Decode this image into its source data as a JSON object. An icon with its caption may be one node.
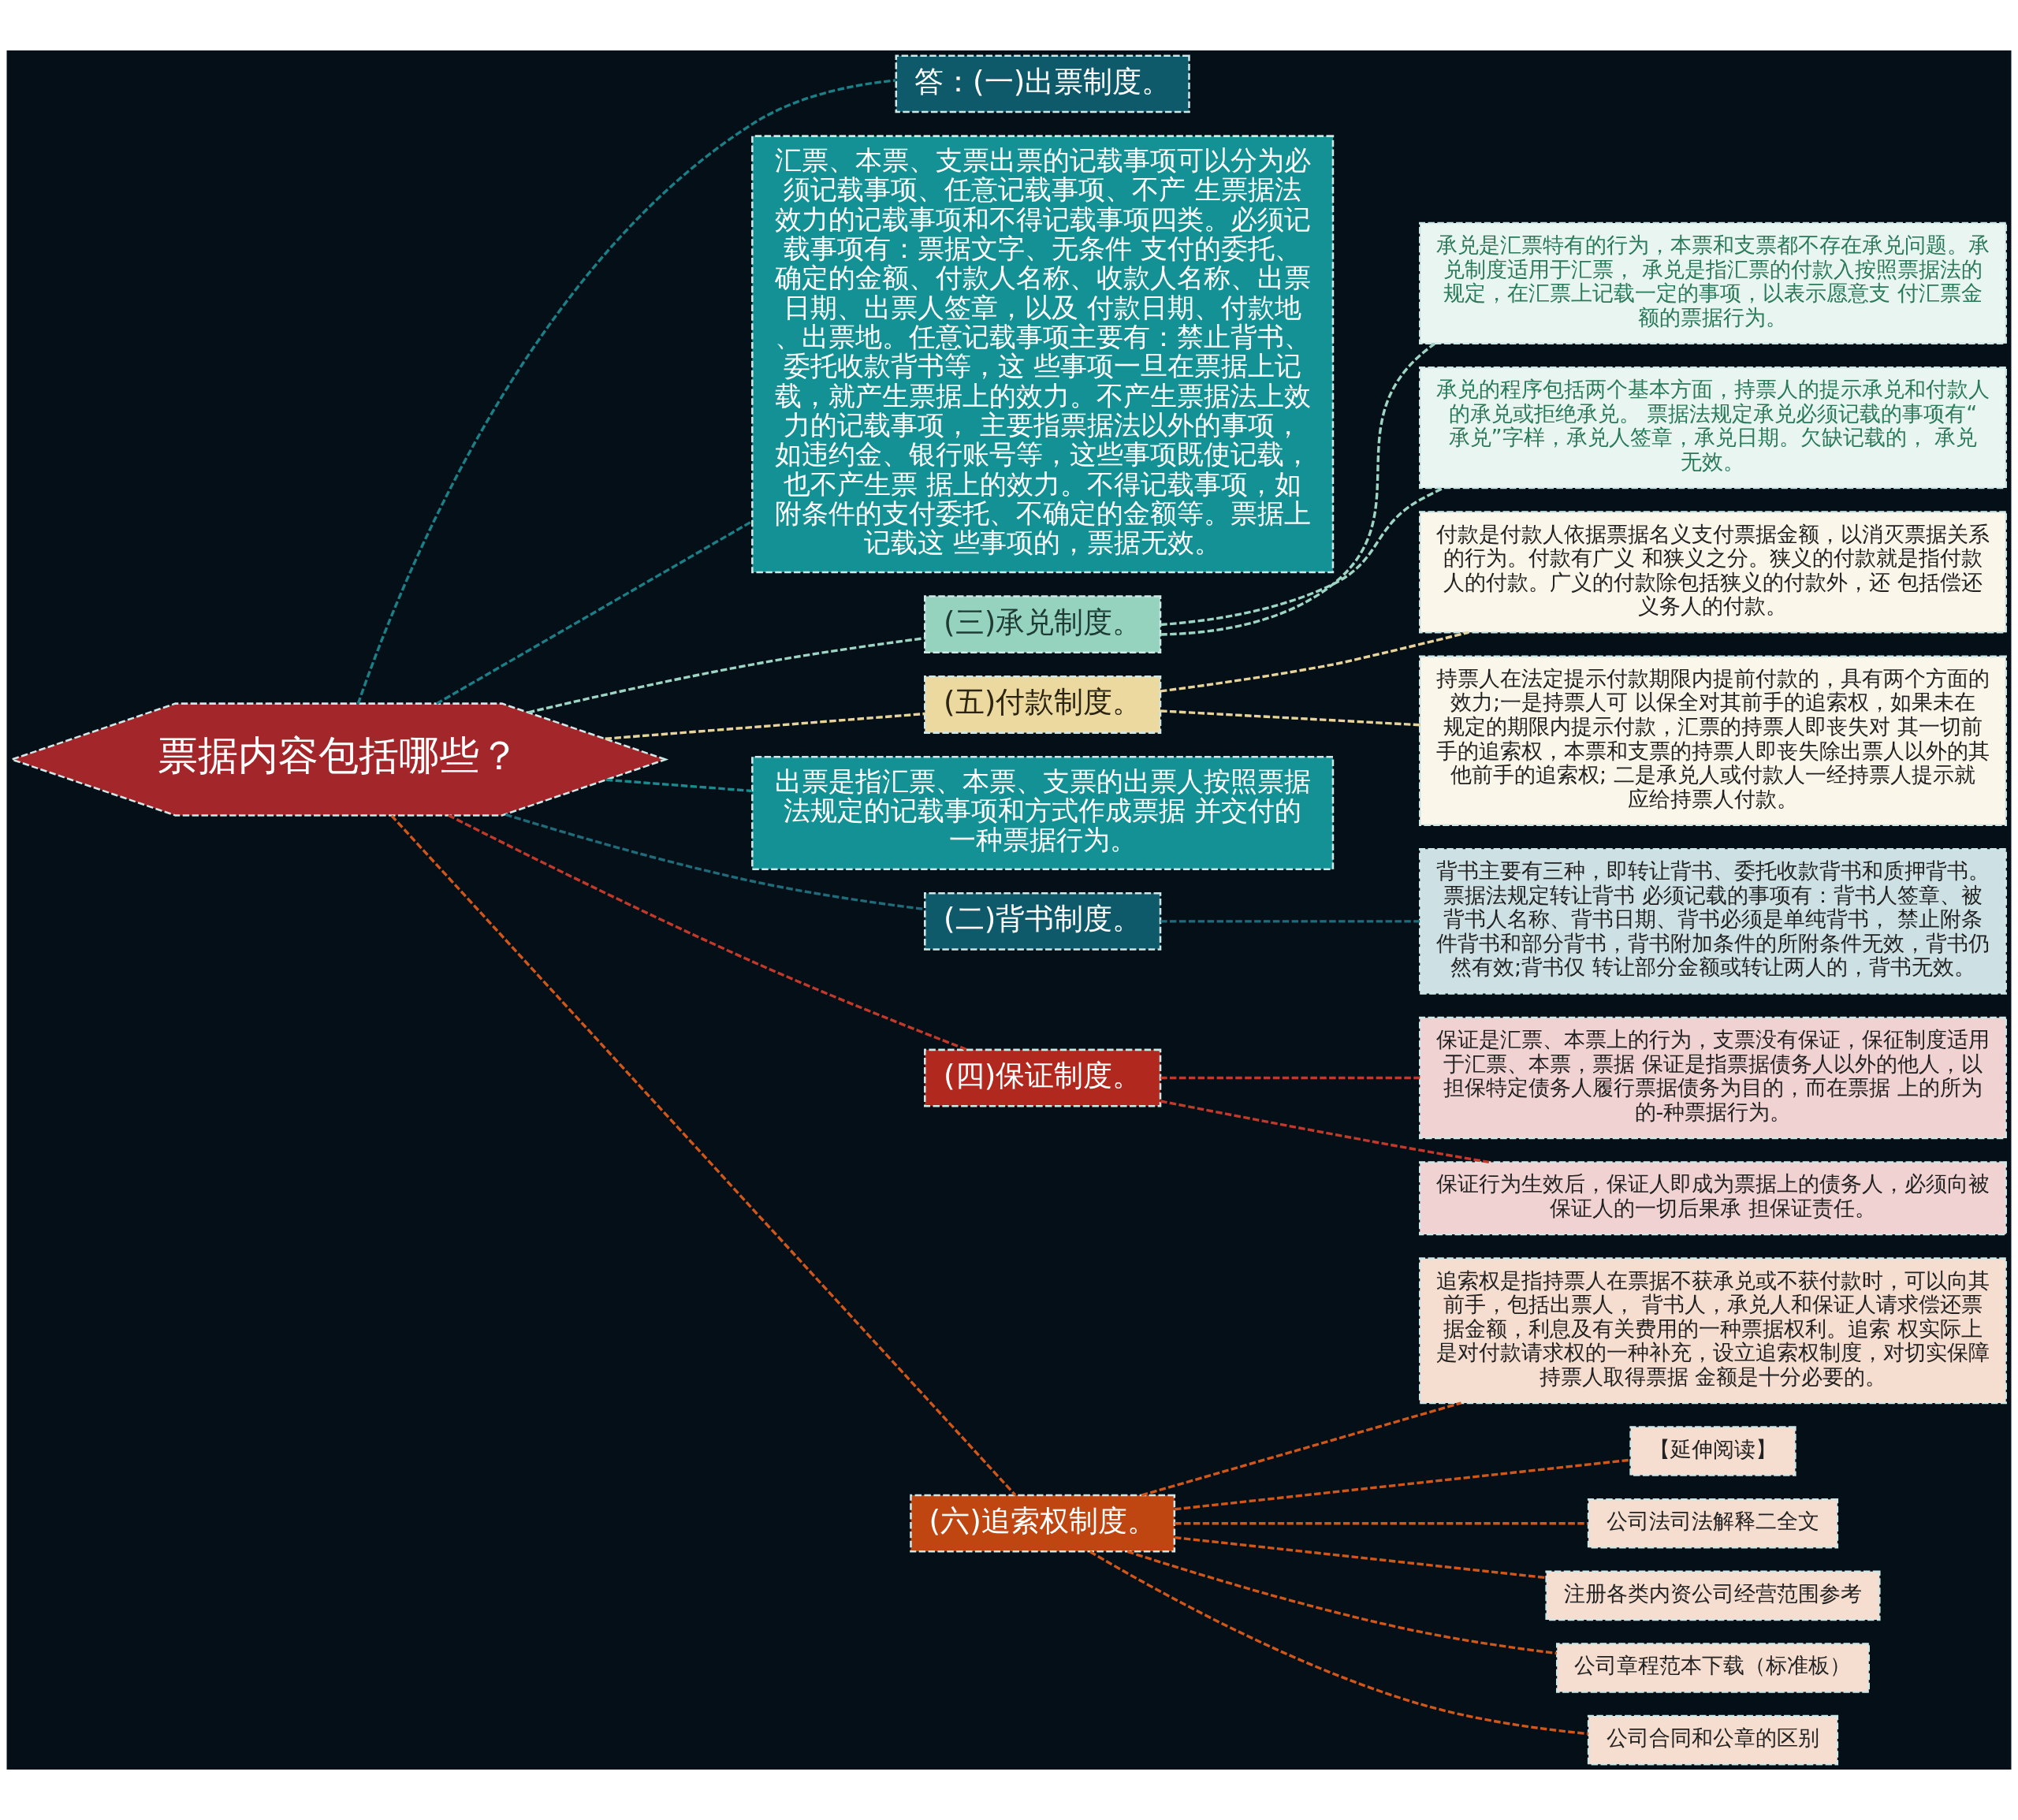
{
  "diagram": {
    "nodes": [
      {
        "text": [
          "票据内容包括哪些？"
        ]
      },
      {
        "text": [
          "答：(一)出票制度。"
        ]
      },
      {
        "text": [
          "汇票、本票、支票出票的记载事项可以分为必须记载事项、任意记载事项、不产 生票据法效力的记载事项和不得记载事项四类。必须记载事项有：票据文字、无条件 支付的委托、确定的金额、付款人名称、收款人名称、出票日期、出票人签章，以及 付款日期、付款地、出票地。任意记载事项主要有：禁止背书、委托收款背书等，这 些事项一旦在票据上记载，就产生票据上的效力。不产生票据法上效力的记载事项， 主要指票据法以外的事项，如违约金、银行账号等，这些事项既使记载，也不产生票 据上的效力。不得记载事项，如附条件的支付委托、不确定的金额等。票据上记载这 些事项的，票据无效。"
        ]
      },
      {
        "text": [
          "(三)承兑制度。"
        ]
      },
      {
        "text": [
          "承兑是汇票特有的行为，本票和支票都不存在承兑问题。承兑制度适用于汇票， 承兑是指汇票的付款入按照票据法的规定，在汇票上记载一定的事项，以表示愿意支 付汇票金额的票据行为。"
        ]
      },
      {
        "text": [
          "承兑的程序包括两个基本方面，持票人的提示承兑和付款人的承兑或拒绝承兑。 票据法规定承兑必须记载的事项有“承兑”字样，承兑人签章，承兑日期。欠缺记载的， 承兑无效。"
        ]
      },
      {
        "text": [
          "(五)付款制度。"
        ]
      },
      {
        "text": [
          "付款是付款人依据票据名义支付票据金额，以消灭票据关系的行为。付款有广义 和狭义之分。狭义的付款就是指付款人的付款。广义的付款除包括狭义的付款外，还 包括偿还义务人的付款。"
        ]
      },
      {
        "text": [
          "持票人在法定提示付款期限内提前付款的，具有两个方面的效力;一是持票人可 以保全对其前手的追索权，如果未在规定的期限内提示付款，汇票的持票人即丧失对 其一切前手的追索权，本票和支票的持票人即丧失除出票人以外的其他前手的追索权; 二是承兑人或付款人一经持票人提示就应给持票人付款。"
        ]
      },
      {
        "text": [
          "出票是指汇票、本票、支票的出票人按照票据法规定的记载事项和方式作成票据 并交付的一种票据行为。"
        ]
      },
      {
        "text": [
          "(二)背书制度。"
        ]
      },
      {
        "text": [
          "背书主要有三种，即转让背书、委托收款背书和质押背书。票据法规定转让背书 必须记载的事项有：背书人签章、被背书人名称、背书日期、背书必须是单纯背书， 禁止附条件背书和部分背书，背书附加条件的所附条件无效，背书仍然有效;背书仅 转让部分金额或转让两人的，背书无效。"
        ]
      },
      {
        "text": [
          "(四)保证制度。"
        ]
      },
      {
        "text": [
          "保证是汇票、本票上的行为，支票没有保证，保征制度适用于汇票、本票，票据 保证是指票据债务人以外的他人，以担保特定债务人履行票据债务为目的，而在票据 上的所为的-种票据行为。"
        ]
      },
      {
        "text": [
          "保证行为生效后，保证人即成为票据上的债务人，必须向被保证人的一切后果承 担保证责任。"
        ]
      },
      {
        "text": [
          "(六)追索权制度。"
        ]
      },
      {
        "text": [
          "追索权是指持票人在票据不获承兑或不获付款时，可以向其前手，包括出票人， 背书人，承兑人和保证人请求偿还票据金额，利息及有关费用的一种票据权利。追索 权实际上是对付款请求权的一种补充，设立追索权制度，对切实保障持票人取得票据 金额是十分必要的。"
        ]
      },
      {
        "text": [
          "【延伸阅读】"
        ]
      },
      {
        "text": [
          "公司法司法解释二全文"
        ]
      },
      {
        "text": [
          "注册各类内资公司经营范围参考"
        ]
      },
      {
        "text": [
          "公司章程范本下载（标准板）"
        ]
      },
      {
        "text": [
          "公司合同和公章的区别"
        ]
      }
    ],
    "edges": [
      {
        "from": 0,
        "to": 1,
        "arrow": "none",
        "style": "dashed",
        "color": "#1a7f86"
      },
      {
        "from": 0,
        "to": 2,
        "arrow": "none",
        "style": "dashed",
        "color": "#1a7f86"
      },
      {
        "from": 0,
        "to": 3,
        "arrow": "none",
        "style": "dashed",
        "color": "#9dd6c4"
      },
      {
        "from": 3,
        "to": 4,
        "arrow": "none",
        "style": "dashed",
        "color": "#9dd6c4"
      },
      {
        "from": 3,
        "to": 5,
        "arrow": "none",
        "style": "dashed",
        "color": "#9dd6c4"
      },
      {
        "from": 0,
        "to": 6,
        "arrow": "none",
        "style": "dashed",
        "color": "#e8d49a"
      },
      {
        "from": 6,
        "to": 7,
        "arrow": "none",
        "style": "dashed",
        "color": "#e8d49a"
      },
      {
        "from": 6,
        "to": 8,
        "arrow": "none",
        "style": "dashed",
        "color": "#e8d49a"
      },
      {
        "from": 0,
        "to": 9,
        "arrow": "none",
        "style": "dashed",
        "color": "#1a8a8e"
      },
      {
        "from": 0,
        "to": 10,
        "arrow": "none",
        "style": "dashed",
        "color": "#1f6b7a"
      },
      {
        "from": 10,
        "to": 11,
        "arrow": "none",
        "style": "dashed",
        "color": "#1f6b7a"
      },
      {
        "from": 0,
        "to": 12,
        "arrow": "none",
        "style": "dashed",
        "color": "#c0392b"
      },
      {
        "from": 12,
        "to": 13,
        "arrow": "none",
        "style": "dashed",
        "color": "#c0392b"
      },
      {
        "from": 12,
        "to": 14,
        "arrow": "none",
        "style": "dashed",
        "color": "#c0392b"
      },
      {
        "from": 0,
        "to": 15,
        "arrow": "none",
        "style": "dashed",
        "color": "#d0561a"
      },
      {
        "from": 15,
        "to": 16,
        "arrow": "none",
        "style": "dashed",
        "color": "#d0561a"
      },
      {
        "from": 15,
        "to": 17,
        "arrow": "none",
        "style": "dashed",
        "color": "#d0561a"
      },
      {
        "from": 15,
        "to": 18,
        "arrow": "none",
        "style": "dashed",
        "color": "#d0561a"
      },
      {
        "from": 15,
        "to": 19,
        "arrow": "none",
        "style": "dashed",
        "color": "#d0561a"
      },
      {
        "from": 15,
        "to": 20,
        "arrow": "none",
        "style": "dashed",
        "color": "#d0561a"
      },
      {
        "from": 15,
        "to": 21,
        "arrow": "none",
        "style": "dashed",
        "color": "#d0561a"
      }
    ]
  }
}
